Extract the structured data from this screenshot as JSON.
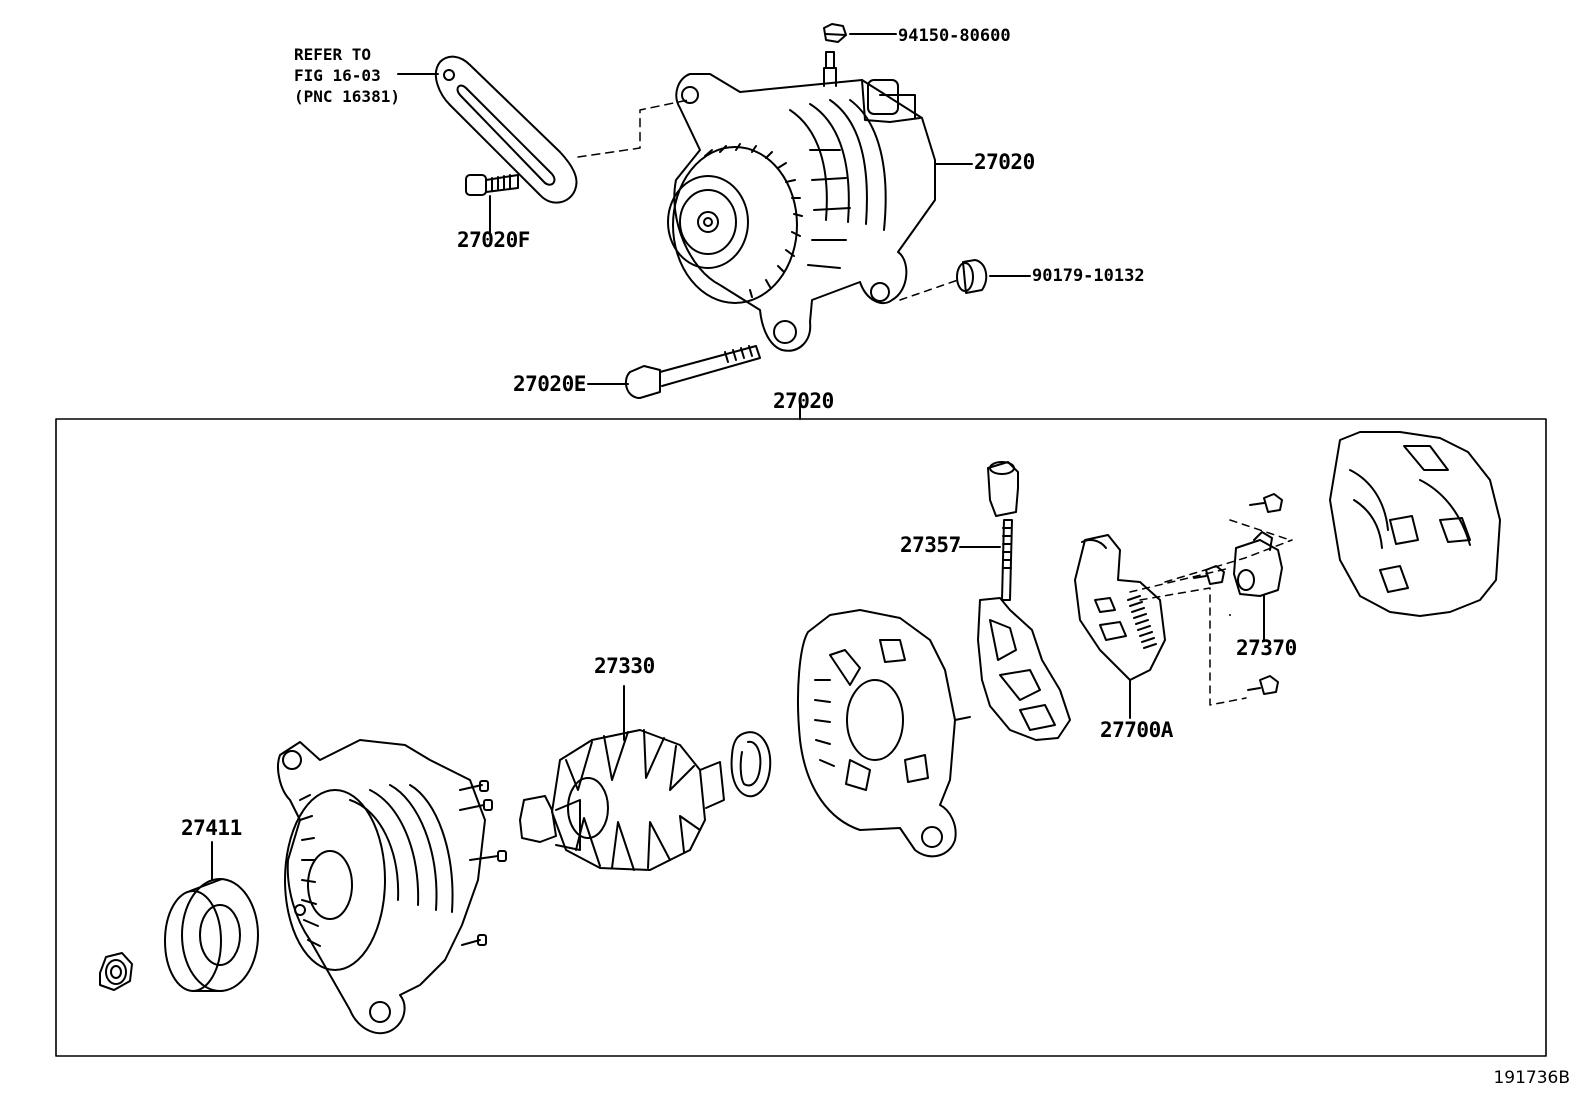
{
  "reference": {
    "line1": "REFER TO",
    "line2": "FIG 16-03",
    "line3": "(PNC 16381)"
  },
  "callouts": {
    "p94150": "94150-80600",
    "p27020_top": "27020",
    "p27020f": "27020F",
    "p90179": "90179-10132",
    "p27020e": "27020E",
    "p27020_box": "27020",
    "p27357": "27357",
    "p27370": "27370",
    "p27330": "27330",
    "p27700a": "27700A",
    "p27411": "27411"
  },
  "figure_code": "191736B"
}
